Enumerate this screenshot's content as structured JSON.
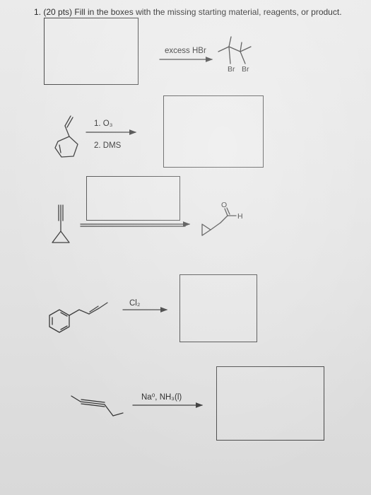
{
  "header": {
    "question": "1. (20 pts) Fill in the boxes with the missing starting material, reagents, or product."
  },
  "reaction_1": {
    "reagent": "excess HBr",
    "product_atoms": [
      "Br",
      "Br"
    ]
  },
  "reaction_2": {
    "reagent_step1": "1. O₃",
    "reagent_step2": "2. DMS"
  },
  "reaction_3": {
    "product_atoms": [
      "O",
      "H"
    ]
  },
  "reaction_4": {
    "reagent": "Cl₂"
  },
  "reaction_5": {
    "reagent": "Na⁰, NH₃(l)"
  },
  "colors": {
    "ink": "#1e1e1e",
    "paper": "#e6e6e6"
  }
}
